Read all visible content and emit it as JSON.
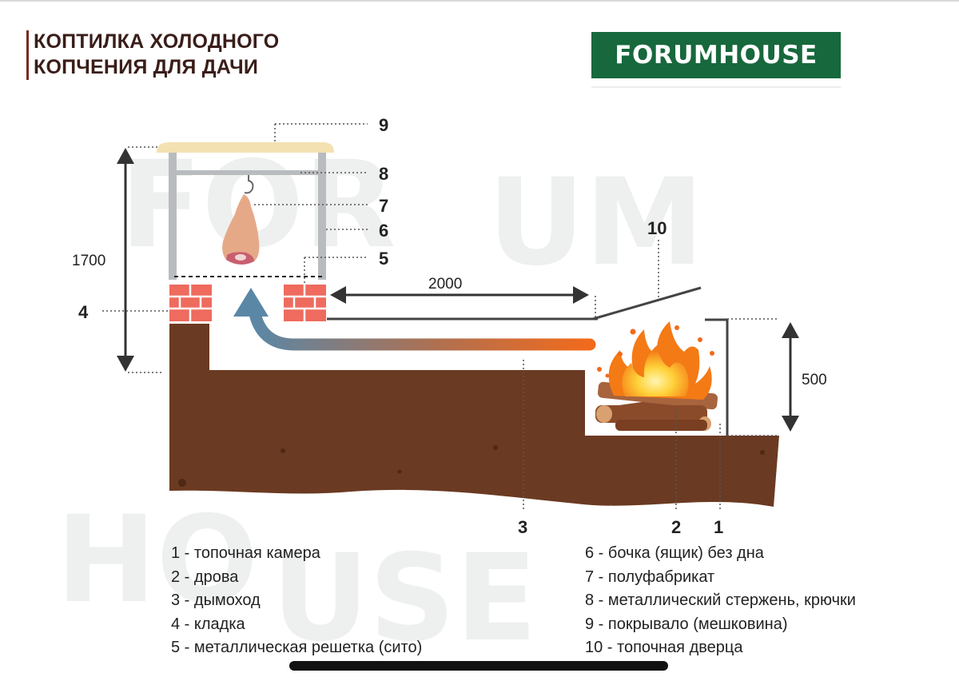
{
  "title": {
    "line1": "КОПТИЛКА ХОЛОДНОГО",
    "line2": "КОПЧЕНИЯ ДЛЯ ДАЧИ"
  },
  "logo": {
    "text": "FORUMHOUSE"
  },
  "watermark": {
    "row1a": "FOR",
    "row1b": "UM",
    "row2a": "HO",
    "row2b": "USE"
  },
  "dimensions": {
    "height": "1700",
    "length": "2000",
    "firebox_height": "500"
  },
  "callouts": [
    "9",
    "8",
    "7",
    "6",
    "5",
    "4",
    "10",
    "3",
    "2",
    "1"
  ],
  "legend": {
    "left": [
      "1 - топочная камера",
      "2 - дрова",
      "3 - дымоход",
      "4 - кладка",
      "5 - металлическая решетка (сито)"
    ],
    "right": [
      "6 - бочка (ящик) без дна",
      "7 - полуфабрикат",
      "8 - металлический стержень, крючки",
      "9 - покрывало (мешковина)",
      "10 - топочная дверца"
    ]
  },
  "colors": {
    "soil": "#6b3a22",
    "brick": "#ee6b5e",
    "logo_bg": "#17683c",
    "title": "#3a1d19",
    "fire": "#f7a21b"
  }
}
